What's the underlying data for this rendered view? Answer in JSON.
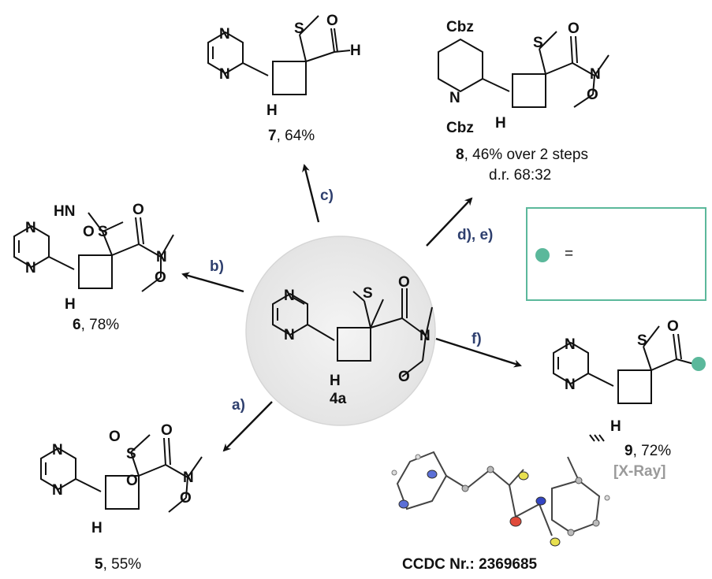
{
  "center": {
    "id": "4a"
  },
  "products": [
    {
      "id": "7",
      "yield": ", 64%"
    },
    {
      "id": "8",
      "yield": ", 46% over 2 steps",
      "dr": "d.r. 68:32"
    },
    {
      "id": "6",
      "yield": ", 78%"
    },
    {
      "id": "5",
      "yield": ", 55%"
    },
    {
      "id": "9",
      "yield": ", 72%",
      "note": "[X-Ray]"
    }
  ],
  "conditions": {
    "a": "a)",
    "b": "b)",
    "c": "c)",
    "de": "d), e)",
    "f": "f)"
  },
  "legend": {
    "equals": "=",
    "dot_color": "#5bb89b"
  },
  "ccdc": "CCDC Nr.: 2369685",
  "atoms": {
    "N": "N",
    "S": "S",
    "O": "O",
    "H": "H",
    "HN": "HN",
    "Cbz": "Cbz"
  },
  "colors": {
    "condition_text": "#2e3f6e",
    "box_border": "#5bb89b",
    "xray_note": "#9a9a9a",
    "wavy_bond": "#8b2a8a"
  }
}
